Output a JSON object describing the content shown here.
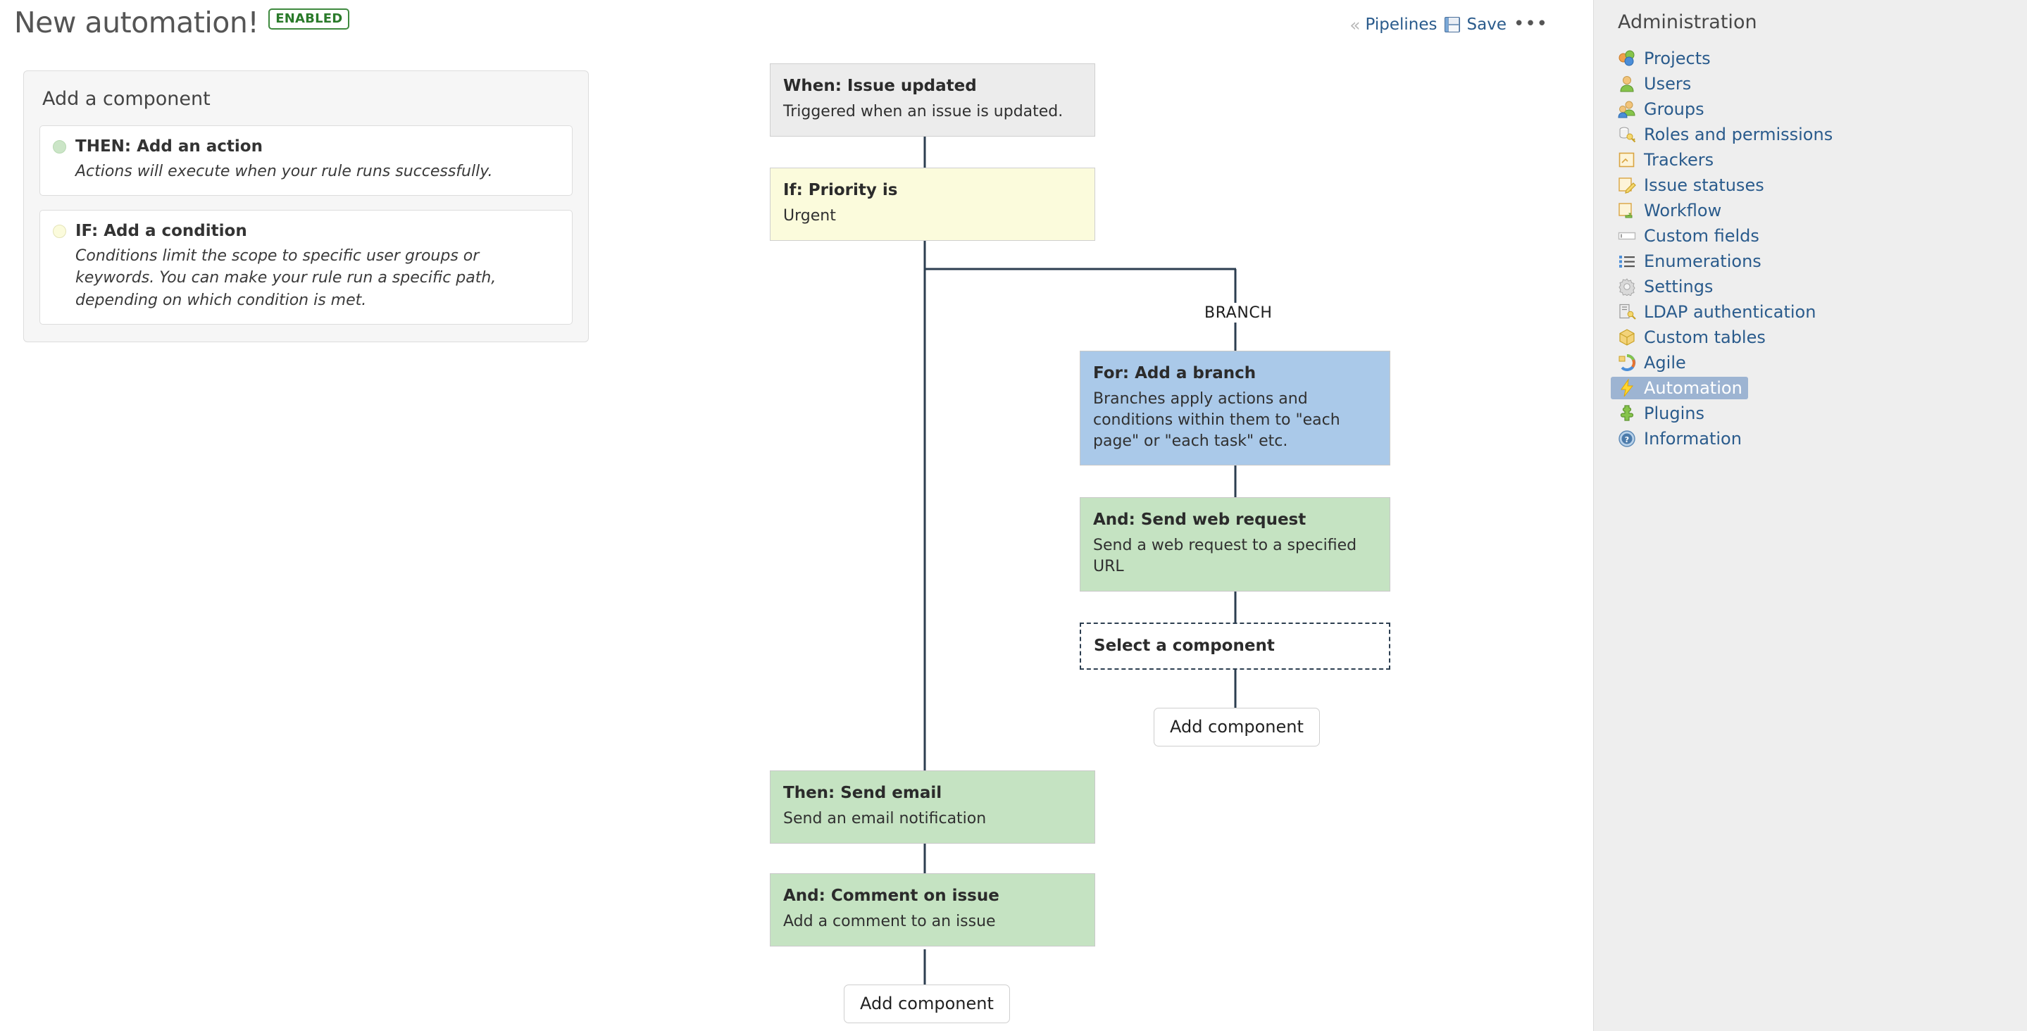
{
  "header": {
    "title": "New automation!",
    "status_badge": "ENABLED"
  },
  "toolbar": {
    "collapse_icon": "double-chevron-left-icon",
    "pipelines_label": "Pipelines",
    "save_icon": "floppy-disk-save-icon",
    "save_label": "Save",
    "more_label": "•••"
  },
  "add_component_panel": {
    "title": "Add a component",
    "options": [
      {
        "dot_color": "#cbe5c7",
        "title": "THEN: Add an action",
        "description": "Actions will execute when your rule runs successfully."
      },
      {
        "dot_color": "#fbfbdc",
        "title": "IF: Add a condition",
        "description": "Conditions limit the scope to specific user groups or keywords. You can make your rule run a specific path, depending on which condition is met."
      }
    ]
  },
  "flow": {
    "branch_label": "BRANCH",
    "main_nodes": [
      {
        "kind": "trigger",
        "title": "When: Issue updated",
        "description": "Triggered when an issue is updated."
      },
      {
        "kind": "condition",
        "title": "If: Priority is",
        "description": "Urgent"
      },
      {
        "kind": "action",
        "title": "Then: Send email",
        "description": "Send an email notification"
      },
      {
        "kind": "action",
        "title": "And: Comment on issue",
        "description": "Add a comment to an issue"
      }
    ],
    "branch_nodes": [
      {
        "kind": "branch",
        "title": "For: Add a branch",
        "description": "Branches apply actions and conditions within them to \"each page\" or \"each task\" etc."
      },
      {
        "kind": "action",
        "title": "And: Send web request",
        "description": "Send a web request to a specified URL"
      },
      {
        "kind": "placeholder",
        "title": "Select a component",
        "description": ""
      }
    ],
    "add_component_button_branch": "Add component",
    "add_component_button_main": "Add component"
  },
  "sidebar": {
    "title": "Administration",
    "items": [
      {
        "label": "Projects",
        "icon": "projects-icon",
        "active": false
      },
      {
        "label": "Users",
        "icon": "user-icon",
        "active": false
      },
      {
        "label": "Groups",
        "icon": "groups-icon",
        "active": false
      },
      {
        "label": "Roles and permissions",
        "icon": "key-icon",
        "active": false
      },
      {
        "label": "Trackers",
        "icon": "tracker-icon",
        "active": false
      },
      {
        "label": "Issue statuses",
        "icon": "edit-note-icon",
        "active": false
      },
      {
        "label": "Workflow",
        "icon": "workflow-icon",
        "active": false
      },
      {
        "label": "Custom fields",
        "icon": "textfield-icon",
        "active": false
      },
      {
        "label": "Enumerations",
        "icon": "list-icon",
        "active": false
      },
      {
        "label": "Settings",
        "icon": "gear-icon",
        "active": false
      },
      {
        "label": "LDAP authentication",
        "icon": "server-key-icon",
        "active": false
      },
      {
        "label": "Custom tables",
        "icon": "package-icon",
        "active": false
      },
      {
        "label": "Agile",
        "icon": "agile-icon",
        "active": false
      },
      {
        "label": "Automation",
        "icon": "lightning-icon",
        "active": true
      },
      {
        "label": "Plugins",
        "icon": "puzzle-icon",
        "active": false
      },
      {
        "label": "Information",
        "icon": "info-icon",
        "active": false
      }
    ]
  },
  "colors": {
    "trigger_bg": "#ececec",
    "condition_bg": "#fbfbdc",
    "branch_bg": "#aac9e9",
    "action_bg": "#c5e3c2",
    "link_blue": "#2a5b8c",
    "active_bg": "#9db4d2",
    "enabled_green": "#3f8a3f",
    "connector": "#2c3e50"
  }
}
